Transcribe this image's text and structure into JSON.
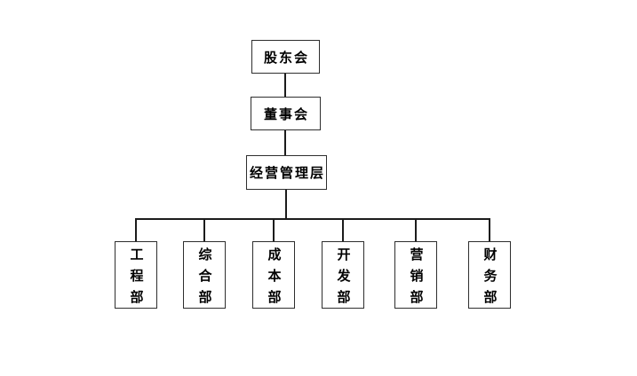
{
  "org": {
    "title": "organization-chart",
    "levels": [
      {
        "id": "shareholders",
        "label": "股东会"
      },
      {
        "id": "board",
        "label": "董事会"
      },
      {
        "id": "management",
        "label": "经营管理层"
      }
    ],
    "departments": [
      {
        "id": "engineering",
        "label": "工程部"
      },
      {
        "id": "general-affairs",
        "label": "综合部"
      },
      {
        "id": "cost",
        "label": "成本部"
      },
      {
        "id": "development",
        "label": "开发部"
      },
      {
        "id": "marketing",
        "label": "营销部"
      },
      {
        "id": "finance",
        "label": "财务部"
      }
    ],
    "colors": {
      "background": "#ffffff",
      "line": "#1c1c1c",
      "box_border": "#2e2e2e",
      "text": "#000000"
    }
  }
}
